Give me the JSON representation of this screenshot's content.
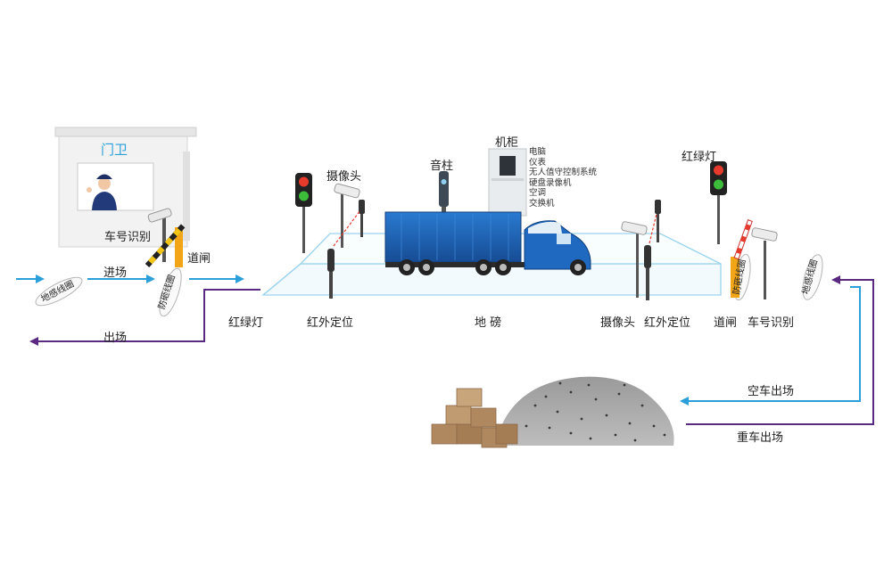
{
  "labels": {
    "guard_house": "门卫",
    "plate_recognition_left": "车号识别",
    "barrier_left": "道闸",
    "entry": "进场",
    "exit": "出场",
    "traffic_light_left": "红绿灯",
    "infrared_left": "红外定位",
    "camera_top_left": "摄像头",
    "speaker_pole": "音柱",
    "cabinet": "机柜",
    "cabinet_items": [
      "电脑",
      "仪表",
      "无人值守控制系统",
      "硬盘录像机",
      "空调",
      "交换机"
    ],
    "scale": "地 磅",
    "traffic_light_right": "红绿灯",
    "camera_bottom_right": "摄像头",
    "infrared_right": "红外定位",
    "barrier_right": "道闸",
    "plate_recognition_right": "车号识别",
    "coil_ground_left": "地感线圈",
    "coil_anti_smash_left": "防砸线圈",
    "coil_anti_smash_right": "防砸线圈",
    "coil_ground_right": "地感线圈",
    "empty_exit": "空车出场",
    "loaded_exit": "重车出场"
  },
  "colors": {
    "arrow_blue": "#2b9fd9",
    "arrow_purple": "#5a2a82",
    "truck_blue": "#1d5fb0",
    "platform_line": "#9bd3ee",
    "light_red": "#e53a2c",
    "light_green": "#3dbb3a"
  }
}
